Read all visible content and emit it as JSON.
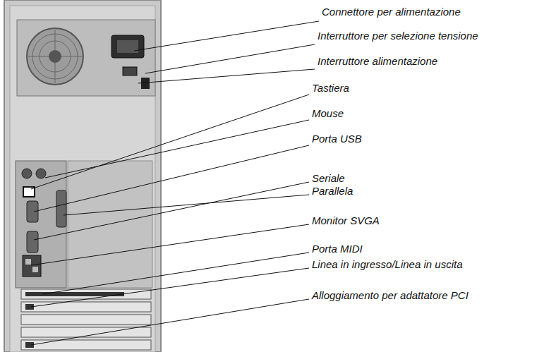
{
  "diagram": {
    "labels": [
      "Connettore per alimentazione",
      "Interruttore per selezione tensione",
      "Interruttore alimentazione",
      "Tastiera",
      "Mouse",
      "Porta USB",
      "Seriale",
      "Parallela",
      "Monitor SVGA",
      "Porta MIDI",
      "Linea in ingresso/Linea in uscita",
      "Alloggiamento per adattatore PCI"
    ]
  }
}
